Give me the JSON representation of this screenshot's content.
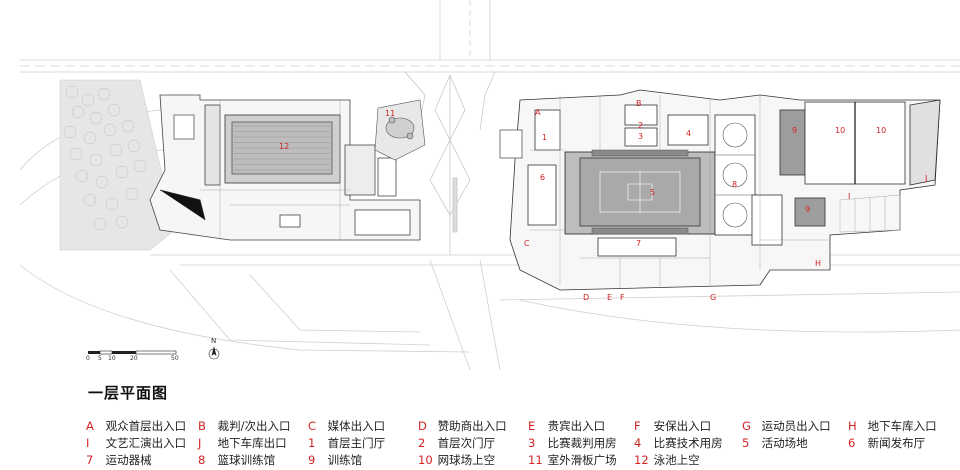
{
  "title": "一层平面图",
  "scale_bar": {
    "ticks": [
      "0",
      "5",
      "10",
      "20",
      "50"
    ]
  },
  "north_label": "N",
  "plan_labels": {
    "pool": "12",
    "rink": "11",
    "court": "5",
    "training": "9",
    "tennis_a": "10",
    "tennis_b": "10",
    "r1": "1",
    "r2": "2",
    "r3": "3",
    "r4": "4",
    "r6": "6",
    "r7": "7",
    "r8": "8",
    "r9b": "9",
    "A": "A",
    "B": "B",
    "C": "C",
    "D": "D",
    "E": "E",
    "F": "F",
    "G": "G",
    "H": "H",
    "I": "I",
    "J": "J"
  },
  "legend": [
    [
      {
        "code": "A",
        "text": "观众首层出入口"
      },
      {
        "code": "B",
        "text": "裁判/次出入口"
      },
      {
        "code": "C",
        "text": "媒体出入口"
      },
      {
        "code": "D",
        "text": "赞助商出入口"
      },
      {
        "code": "E",
        "text": "贵宾出入口"
      },
      {
        "code": "F",
        "text": "安保出入口"
      },
      {
        "code": "G",
        "text": "运动员出入口"
      },
      {
        "code": "H",
        "text": "地下车库入口"
      }
    ],
    [
      {
        "code": "I",
        "text": "文艺汇演出入口"
      },
      {
        "code": "J",
        "text": "地下车库出口"
      },
      {
        "code": "1",
        "text": "首层主门厅"
      },
      {
        "code": "2",
        "text": "首层次门厅"
      },
      {
        "code": "3",
        "text": "比赛裁判用房"
      },
      {
        "code": "4",
        "text": "比赛技术用房"
      },
      {
        "code": "5",
        "text": "活动场地"
      },
      {
        "code": "6",
        "text": "新闻发布厅"
      }
    ],
    [
      {
        "code": "7",
        "text": "运动器械"
      },
      {
        "code": "8",
        "text": "篮球训练馆"
      },
      {
        "code": "9",
        "text": "训练馆"
      },
      {
        "code": "10",
        "text": "网球场上空"
      },
      {
        "code": "11",
        "text": "室外滑板广场"
      },
      {
        "code": "12",
        "text": "泳池上空"
      }
    ]
  ]
}
